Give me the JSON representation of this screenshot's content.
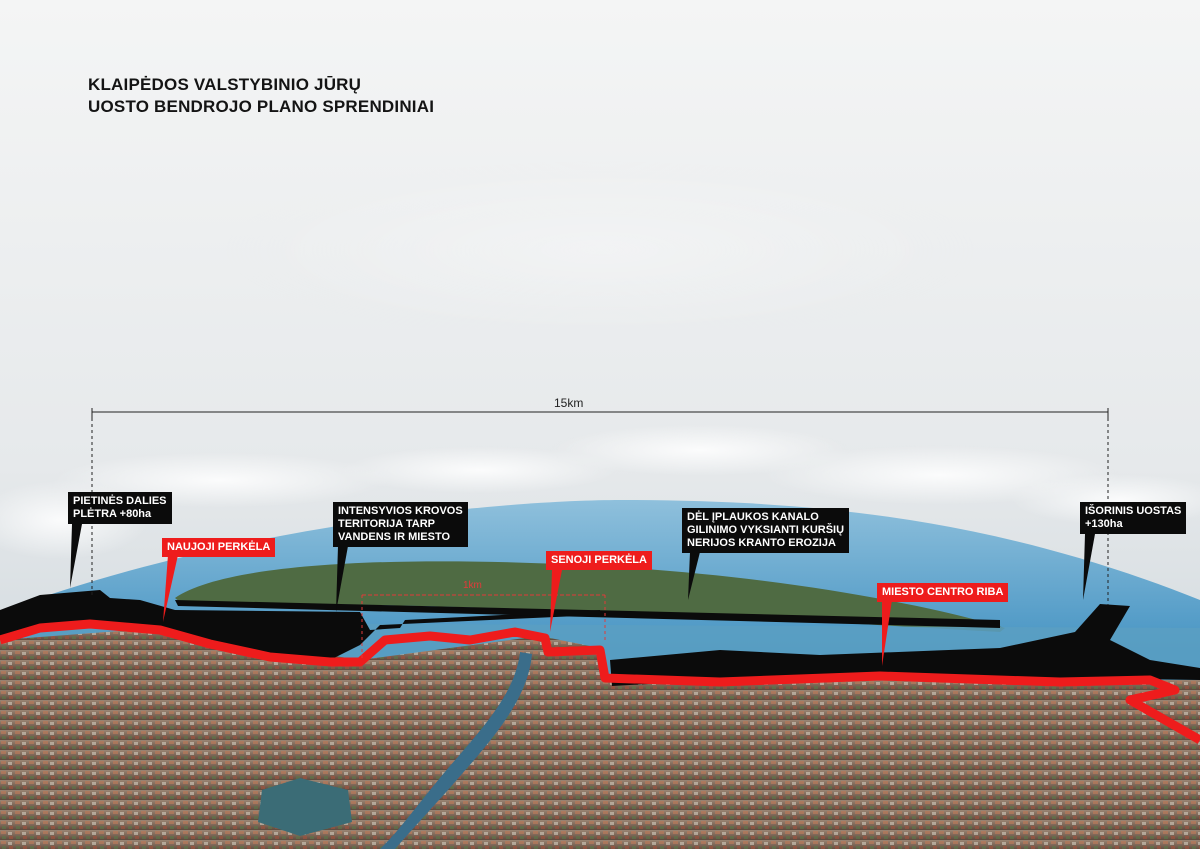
{
  "title": {
    "line1": "KLAIPĖDOS VALSTYBINIO JŪRŲ",
    "line2": "UOSTO BENDROJO PLANO SPRENDINIAI"
  },
  "scale": {
    "total_label": "15km",
    "segment_label": "1km"
  },
  "callouts": {
    "pietines": {
      "lines": [
        "PIETINĖS DALIES",
        "PLĖTRA +80ha"
      ]
    },
    "naujoji": {
      "lines": [
        "NAUJOJI PERKĖLA"
      ]
    },
    "intensyvios": {
      "lines": [
        "INTENSYVIOS KROVOS",
        "TERITORIJA TARP",
        "VANDENS IR MIESTO"
      ]
    },
    "senoji": {
      "lines": [
        "SENOJI PERKĖLA"
      ]
    },
    "erozija": {
      "lines": [
        "DĖL ĮPLAUKOS KANALO",
        "GILINIMO VYKSIANTI KURŠIŲ",
        "NERIJOS KRANTO EROZIJA"
      ]
    },
    "miesto": {
      "lines": [
        "MIESTO CENTRO RIBA"
      ]
    },
    "isorinis": {
      "lines": [
        "IŠORINIS UOSTAS",
        "+130ha"
      ]
    }
  },
  "colors": {
    "sky_top": "#f2f3f4",
    "sky_low": "#c9d4da",
    "sea": "#3f95c3",
    "sea_far": "#7fb7d6",
    "lagoon": "#6aa9c8",
    "spit": "#4e6a43",
    "city": "#8a6f5d",
    "port": "#0b0b0b",
    "boundary": "#ee1c1c"
  }
}
